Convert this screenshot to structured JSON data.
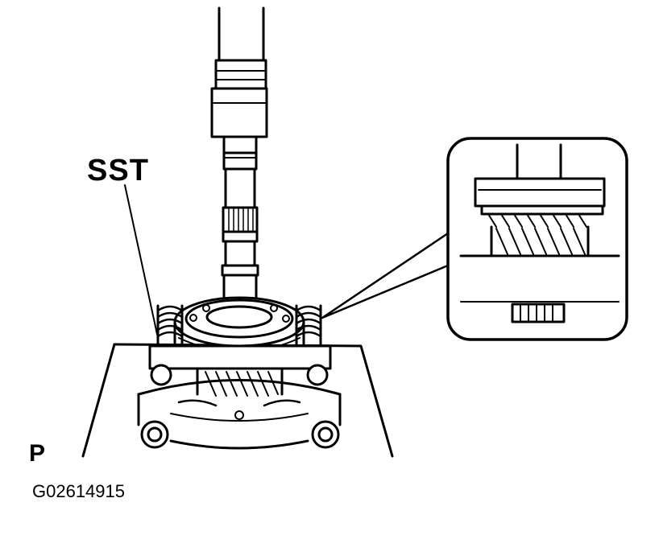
{
  "labels": {
    "tool": "SST",
    "part_letter": "P",
    "figure_code": "G02614915"
  },
  "colors": {
    "ink": "#000000",
    "paper": "#ffffff"
  }
}
